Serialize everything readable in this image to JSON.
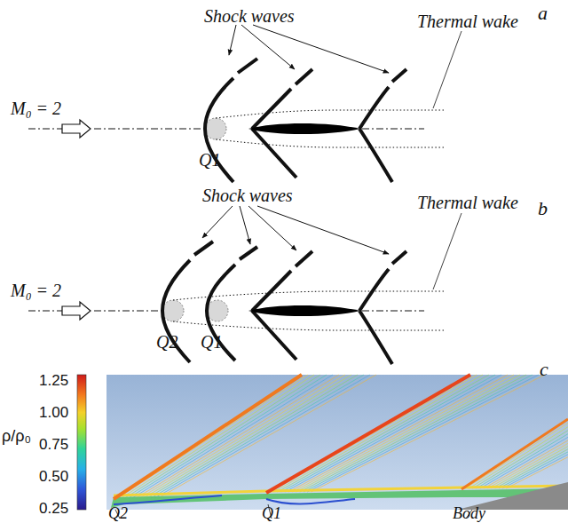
{
  "diagram": {
    "labels": [
      "a",
      "Shock waves",
      "Thermal wake",
      "M₀ = 2",
      "Q1",
      "b",
      "Shock waves",
      "Thermal wake",
      "M₀ = 2",
      "Q2",
      "Q1",
      "c",
      "ρ/ρ₀",
      "1.25",
      "1.00",
      "0.75",
      "0.50",
      "0.25",
      "Q2",
      "Q1",
      "Body"
    ]
  }
}
